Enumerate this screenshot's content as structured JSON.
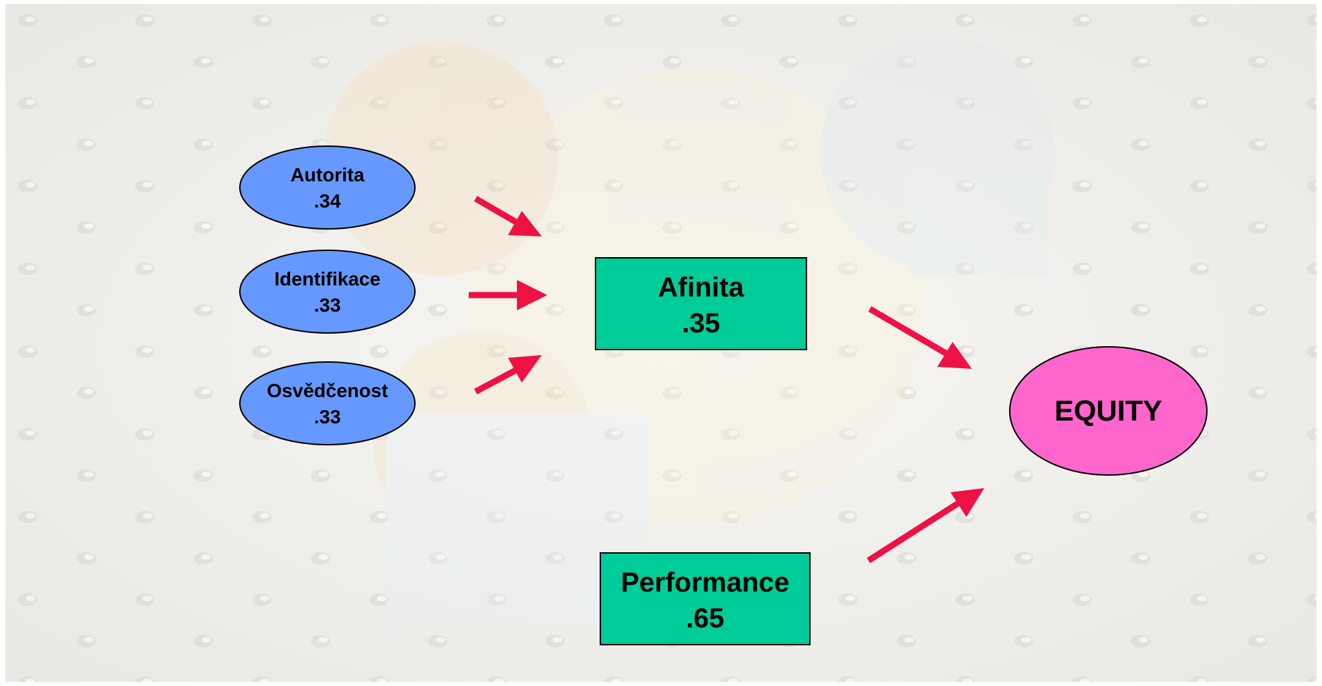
{
  "colors": {
    "factor_fill": "#6699ff",
    "box_fill": "#00cc99",
    "equity_fill": "#ff66cc",
    "arrow": "#ee1144",
    "stroke": "#000000"
  },
  "factors": [
    {
      "name": "Autorita",
      "value": ".34"
    },
    {
      "name": "Identifikace",
      "value": ".33"
    },
    {
      "name": "Osvědčenost",
      "value": ".33"
    }
  ],
  "afinita": {
    "name": "Afinita",
    "value": ".35"
  },
  "performance": {
    "name": "Performance",
    "value": ".65"
  },
  "equity": {
    "name": "EQUITY"
  },
  "background": {
    "motif": "gear-pattern-faded"
  }
}
